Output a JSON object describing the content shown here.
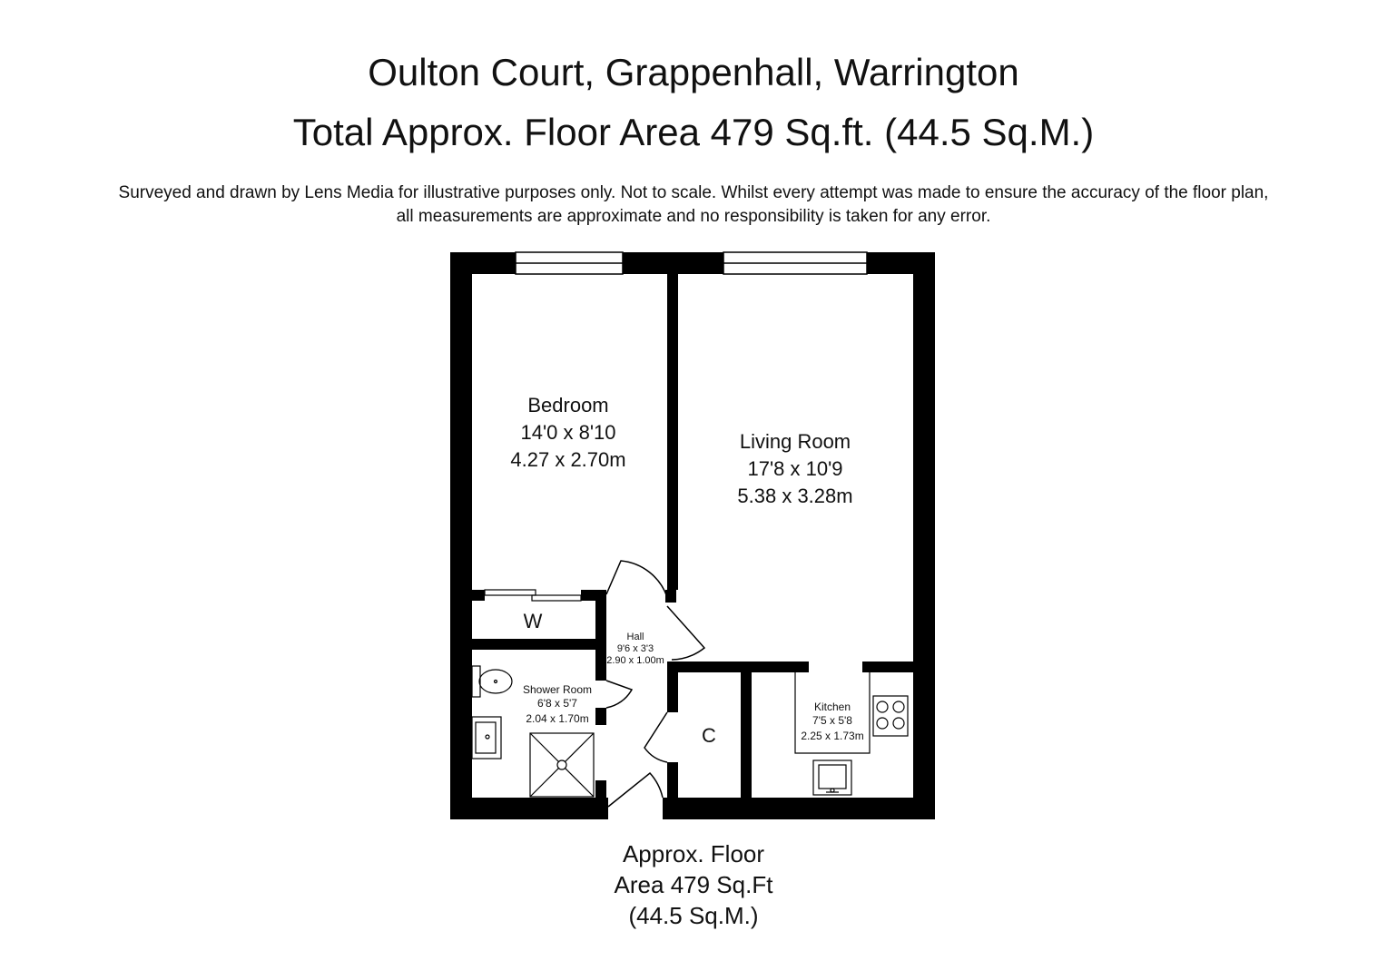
{
  "header": {
    "address": "Oulton Court, Grappenhall, Warrington",
    "total_area": "Total Approx. Floor Area 479 Sq.ft. (44.5 Sq.M.)",
    "disclaimer_line1": "Surveyed and drawn by Lens Media for illustrative purposes only. Not to scale. Whilst every attempt was made to ensure the accuracy of the floor plan,",
    "disclaimer_line2": "all measurements are approximate and no responsibility is taken for any error."
  },
  "rooms": {
    "bedroom": {
      "name": "Bedroom",
      "imperial": "14'0 x 8'10",
      "metric": "4.27 x 2.70m"
    },
    "living_room": {
      "name": "Living Room",
      "imperial": "17'8 x 10'9",
      "metric": "5.38 x 3.28m"
    },
    "hall": {
      "name": "Hall",
      "imperial": "9'6 x 3'3",
      "metric": "2.90 x 1.00m"
    },
    "shower_room": {
      "name": "Shower Room",
      "imperial": "6'8 x 5'7",
      "metric": "2.04 x 1.70m"
    },
    "kitchen": {
      "name": "Kitchen",
      "imperial": "7'5 x 5'8",
      "metric": "2.25 x 1.73m"
    },
    "wardrobe": {
      "name": "W"
    },
    "cupboard": {
      "name": "C"
    }
  },
  "floor_summary": {
    "line1": "Approx. Floor",
    "line2": "Area 479 Sq.Ft",
    "line3": "(44.5 Sq.M.)"
  },
  "colors": {
    "wall": "#000000",
    "background": "#ffffff"
  }
}
